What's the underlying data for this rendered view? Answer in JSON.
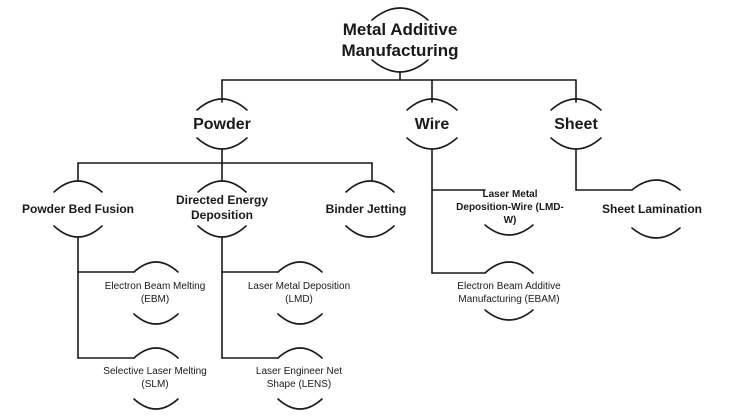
{
  "root": {
    "line1": "Metal Additive",
    "line2": "Manufacturing"
  },
  "level1": {
    "powder": "Powder",
    "wire": "Wire",
    "sheet": "Sheet"
  },
  "powder_children": {
    "pbf": "Powder Bed Fusion",
    "ded_line1": "Directed Energy",
    "ded_line2": "Deposition",
    "binder": "Binder Jetting"
  },
  "wire_children": {
    "lmdw_line1": "Laser Metal",
    "lmdw_line2": "Deposition-Wire (LMD-",
    "lmdw_line3": "W)",
    "ebam_line1": "Electron Beam Additive",
    "ebam_line2": "Manufacturing (EBAM)"
  },
  "sheet_children": {
    "lamination": "Sheet Lamination"
  },
  "pbf_children": {
    "ebm_line1": "Electron Beam Melting",
    "ebm_line2": "(EBM)",
    "slm_line1": "Selective Laser Melting",
    "slm_line2": "(SLM)"
  },
  "ded_children": {
    "lmd_line1": "Laser Metal Deposition",
    "lmd_line2": "(LMD)",
    "lens_line1": "Laser Engineer Net",
    "lens_line2": "Shape (LENS)"
  },
  "colors": {
    "line": "#1a1a1a",
    "text": "#1a1a1a",
    "background": "#ffffff"
  }
}
